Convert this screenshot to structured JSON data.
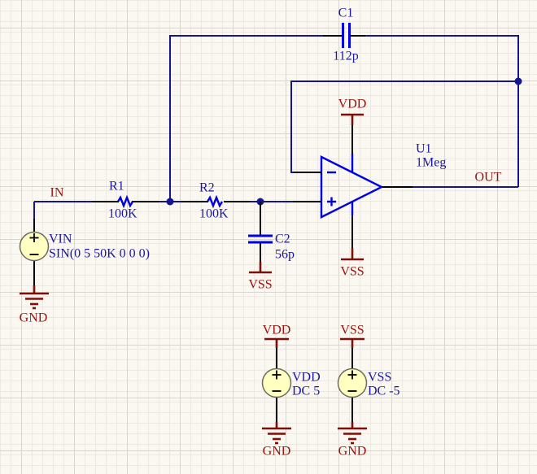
{
  "labels": {
    "net_in": "IN",
    "net_out": "OUT",
    "power_vdd": "VDD",
    "power_vss": "VSS",
    "power_gnd": "GND",
    "c1_ref": "C1",
    "c1_val": "112p",
    "c2_ref": "C2",
    "c2_val": "56p",
    "r1_ref": "R1",
    "r1_val": "100K",
    "r2_ref": "R2",
    "r2_val": "100K",
    "u1_ref": "U1",
    "u1_val": "1Meg",
    "vin_ref": "VIN",
    "vin_val": "SIN(0 5 50K 0 0 0)",
    "vdd_src_ref": "VDD",
    "vdd_src_val": "DC 5",
    "vss_src_ref": "VSS",
    "vss_src_val": "DC -5"
  },
  "colors": {
    "background": "#FBF7F1",
    "grid_minor": "#EDE8E2",
    "grid_major": "#DAD5CF",
    "wire": "#15158D",
    "component_symbol": "#0000E0",
    "component_label": "#1A1A9B",
    "net_label": "#99120D",
    "power_symbol": "#7D0F08",
    "pin": "#000000",
    "source_fill": "#FFFFC2"
  }
}
